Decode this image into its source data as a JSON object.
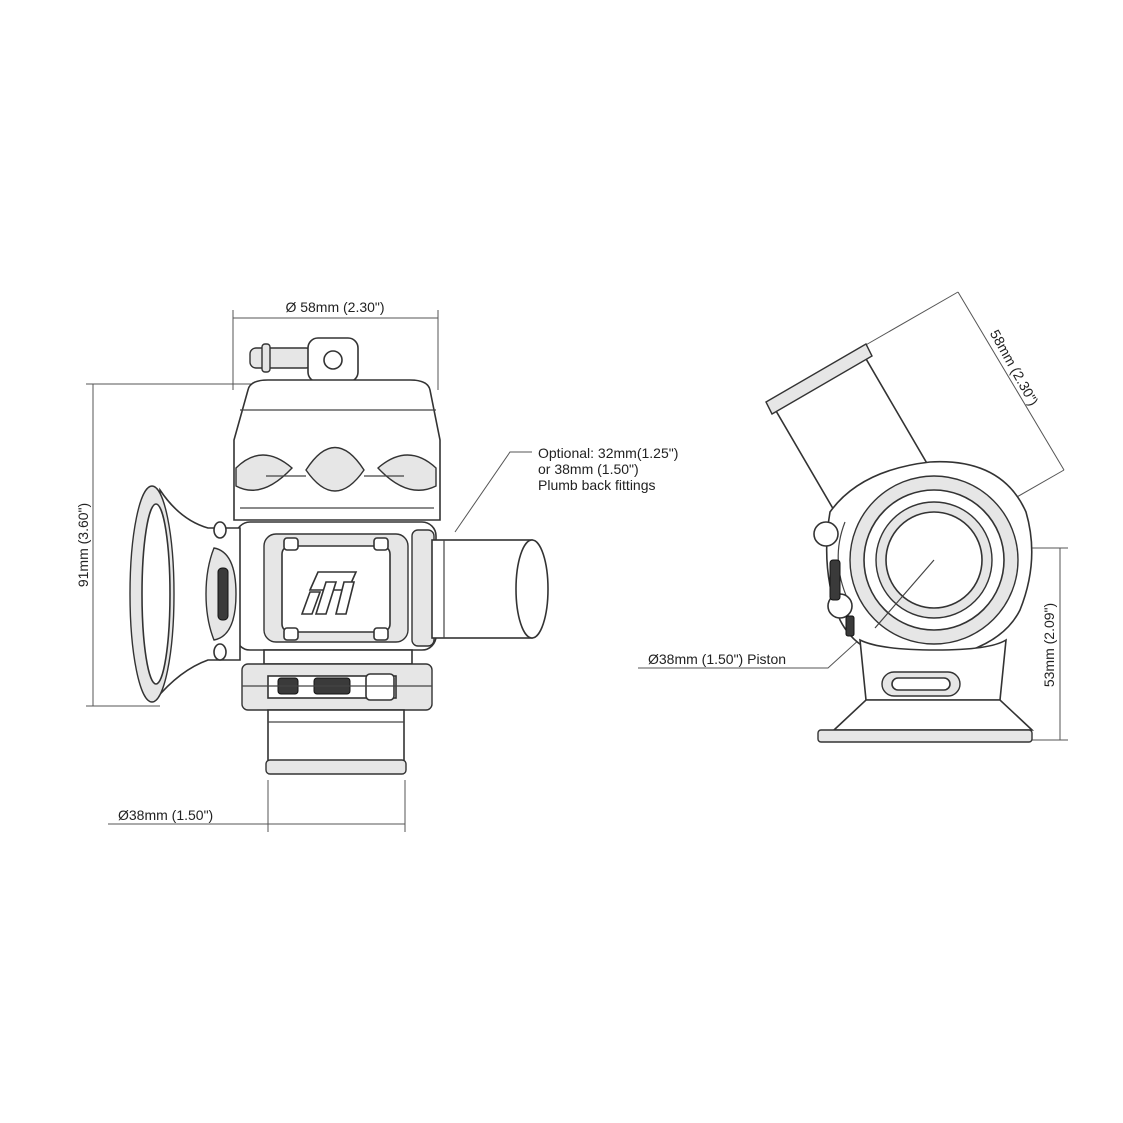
{
  "front_view": {
    "dim_top": "Ø 58mm (2.30\")",
    "dim_height": "91mm (3.60\")",
    "dim_bottom": "Ø38mm (1.50\")",
    "callout": [
      "Optional: 32mm(1.25\")",
      "or 38mm (1.50\")",
      "Plumb back fittings"
    ]
  },
  "side_view": {
    "dim_angled": "58mm (2.30\")",
    "dim_height": "53mm (2.09\")",
    "dim_piston": "Ø38mm (1.50\") Piston"
  },
  "colors": {
    "line": "#333333",
    "background": "#ffffff"
  }
}
